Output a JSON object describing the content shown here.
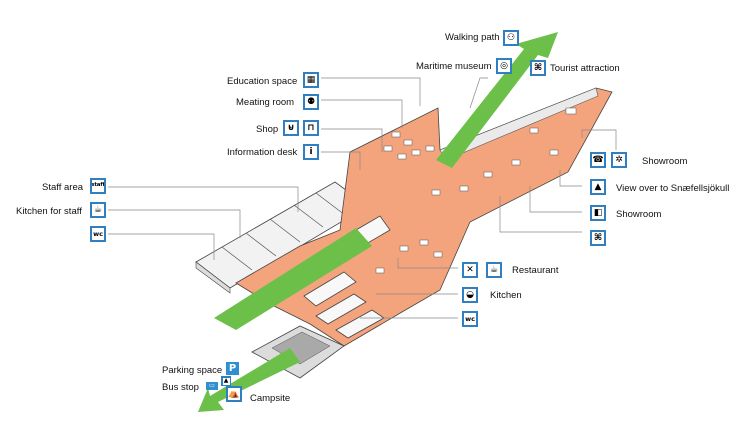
{
  "colors": {
    "floor": "#f4a47c",
    "path": "#6cc04a",
    "icon_frame": "#2f7fc1",
    "leader": "#888888"
  },
  "labels": {
    "walking_path": "Walking path",
    "maritime_museum": "Maritime museum",
    "tourist_attraction": "Tourist attraction",
    "education_space": "Education space",
    "meating_room": "Meating room",
    "shop": "Shop",
    "information_desk": "Information desk",
    "staff_area": "Staff area",
    "kitchen_for_staff": "Kitchen for staff",
    "showroom_1": "Showroom",
    "view": "View over to Snæfellsjökull",
    "showroom_2": "Showroom",
    "restaurant": "Restaurant",
    "kitchen": "Kitchen",
    "parking_space": "Parking space",
    "bus_stop": "Bus stop",
    "campsite": "Campsite"
  },
  "icons": {
    "staff_badge": "staff",
    "wc_badge": "wc",
    "parking_badge": "P",
    "tourist_symbol": "⌘"
  }
}
